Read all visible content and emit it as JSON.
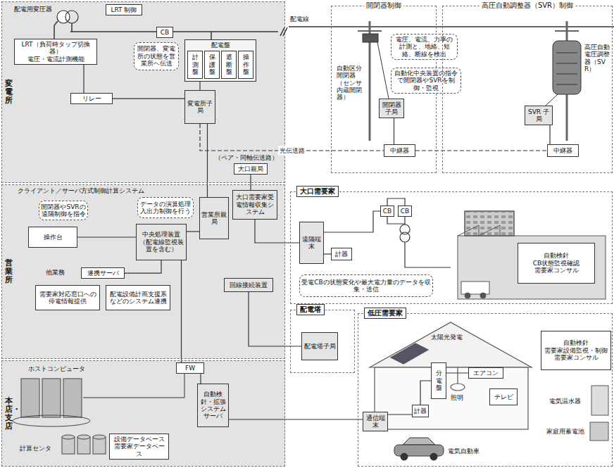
{
  "diagram": {
    "nodes": [
      {
        "text": [
          "変電所"
        ]
      },
      {
        "text": [
          "CB"
        ],
        "in": 0
      },
      {
        "text": [
          "LRT（負荷時タップ切換器）",
          "電圧・電流計測機能"
        ],
        "in": 0
      },
      {
        "text": [
          "LRT 制御"
        ],
        "in": 0
      },
      {
        "text": [
          "開閉器、変電所の状態を営業所へ伝送"
        ],
        "in": 0
      },
      {
        "text": [
          "配電盤"
        ],
        "in": 0
      },
      {
        "text": [
          "計測盤"
        ],
        "in": 5
      },
      {
        "text": [
          "保護盤"
        ],
        "in": 5
      },
      {
        "text": [
          "遮断盤"
        ],
        "in": 5
      },
      {
        "text": [
          "操作盤"
        ],
        "in": 5
      },
      {
        "text": [
          "リレー"
        ],
        "in": 0
      },
      {
        "text": [
          "変電所子局"
        ],
        "in": 0
      },
      {
        "text": [
          "大口親局"
        ],
        "in": 0
      },
      {
        "text": [
          "開閉器制御"
        ]
      },
      {
        "text": [
          "電圧、電流、力率の計測と、地絡、短絡、断線を検出"
        ]
      },
      {
        "text": [
          "自動化中央装置の指令で開閉器やSVRを制御・監視"
        ]
      },
      {
        "text": [
          "開閉器子局"
        ],
        "in": 13
      },
      {
        "text": [
          "中継器"
        ],
        "in": 13
      },
      {
        "text": [
          "高圧自動調整器（SVR）制御"
        ]
      },
      {
        "text": [
          "SVR 子局"
        ],
        "in": 18
      },
      {
        "text": [
          "中継器"
        ],
        "in": 18
      },
      {
        "text": [
          "大口需要家"
        ]
      },
      {
        "text": [
          "遠隔端末"
        ],
        "in": 21
      },
      {
        "text": [
          "計器"
        ],
        "in": 21
      },
      {
        "text": [
          "CB"
        ],
        "in": 21
      },
      {
        "text": [
          "CB"
        ],
        "in": 21
      },
      {
        "text": [
          "受電CBの状態変化や最大電力量のデータを収集・送信"
        ],
        "in": 21
      },
      {
        "text": [
          "自動検針",
          "CB状態監視確認",
          "需要家コンサル"
        ],
        "in": 21
      },
      {
        "text": [
          "営業所"
        ]
      },
      {
        "text": [
          "開閉器やSVRの遠隔制御を指令"
        ],
        "in": 28
      },
      {
        "text": [
          "データの演算処理入出力制御を行う"
        ],
        "in": 28
      },
      {
        "text": [
          "操作台"
        ],
        "in": 28
      },
      {
        "text": [
          "連携サーバ"
        ],
        "in": 28
      },
      {
        "text": [
          "需要家対応窓口への停電情報提供"
        ],
        "in": 28
      },
      {
        "text": [
          "配電設備計画支援系などのシステム連携"
        ],
        "in": 28
      },
      {
        "text": [
          "大口需要家受電情報収集システム"
        ],
        "in": 28
      },
      {
        "text": [
          "営業所親局"
        ],
        "in": 28
      },
      {
        "text": [
          "中央処理装置（配電線監視装置を含む）"
        ],
        "in": 28
      },
      {
        "text": [
          "回線接続装置"
        ],
        "in": 28
      },
      {
        "text": [
          "配電塔"
        ]
      },
      {
        "text": [
          "配電塔子局"
        ],
        "in": 39
      },
      {
        "text": [
          "本店・支店"
        ]
      },
      {
        "text": [
          "設備データベース",
          "需要家データベース"
        ],
        "in": 41
      },
      {
        "text": [
          "FW"
        ],
        "in": 41
      },
      {
        "text": [
          "自動検針・拡張システムサーバ"
        ],
        "in": 41
      },
      {
        "text": [
          "低圧需要家"
        ]
      },
      {
        "text": [
          "分電盤"
        ],
        "in": 45
      },
      {
        "text": [
          "エアコン"
        ],
        "in": 45
      },
      {
        "text": [
          "テレビ"
        ],
        "in": 45
      },
      {
        "text": [
          "計器"
        ],
        "in": 45
      },
      {
        "text": [
          "通信端末"
        ],
        "in": 45
      },
      {
        "text": [
          "自動検針",
          "需要家設備監視・制御",
          "需要家コンサル"
        ],
        "in": 45
      }
    ],
    "edges": [
      {
        "from": 2,
        "to": 10,
        "arrow": "none"
      },
      {
        "from": 10,
        "to": 11,
        "arrow": "none"
      },
      {
        "from": 5,
        "to": 11,
        "arrow": "none"
      },
      {
        "from": 11,
        "to": 36,
        "arrow": "none"
      },
      {
        "from": 11,
        "to": 17,
        "label": "光伝送路",
        "arrow": "none"
      },
      {
        "from": 17,
        "to": 20,
        "arrow": "none"
      },
      {
        "from": 16,
        "to": 17,
        "arrow": "none"
      },
      {
        "from": 19,
        "to": 20,
        "arrow": "none"
      },
      {
        "from": 12,
        "to": 35,
        "arrow": "none"
      },
      {
        "from": 35,
        "to": 22,
        "arrow": "none"
      },
      {
        "from": 36,
        "to": 37,
        "arrow": "none"
      },
      {
        "from": 37,
        "to": 32,
        "arrow": "none"
      },
      {
        "from": 31,
        "to": 37,
        "arrow": "none"
      },
      {
        "from": 37,
        "to": 43,
        "arrow": "none"
      },
      {
        "from": 38,
        "to": 40,
        "arrow": "none"
      },
      {
        "from": 43,
        "to": 44,
        "arrow": "none"
      },
      {
        "from": 44,
        "to": 50,
        "arrow": "none"
      },
      {
        "from": 50,
        "to": 49,
        "arrow": "none"
      },
      {
        "from": 49,
        "to": 46,
        "arrow": "none"
      },
      {
        "from": 22,
        "to": 23,
        "arrow": "none"
      }
    ],
    "labels": [
      "配電用変圧器",
      "配電線",
      "（ペア・同軸伝送路）",
      "自動区分開閉器（センサ内蔵開閉器）",
      "高圧自動電圧調整器（SVR）",
      "クライアント／サーバ方式制御計算システム",
      "他業務",
      "ホストコンピュータ",
      "計算センタ",
      "太陽光発電",
      "照明",
      "電気温水器",
      "家庭用蓄電池",
      "電気自動車"
    ]
  }
}
